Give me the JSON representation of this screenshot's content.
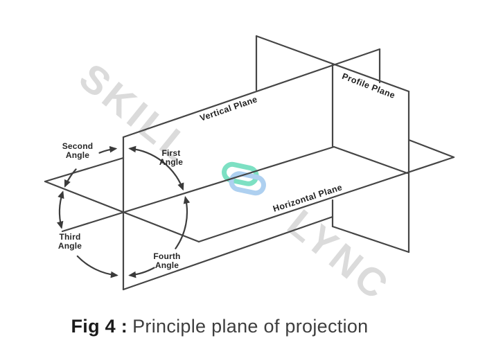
{
  "figure": {
    "watermark": {
      "word1": "SKILL",
      "word2": "LYNC",
      "logo": "skill-lync-chain-logo"
    },
    "planes": {
      "vertical": "Vertical Plane",
      "profile": "Profile Plane",
      "horizontal": "Horizontal Plane"
    },
    "angles": {
      "second": "Second Angle",
      "first": "First Angle",
      "third": "Third Angle",
      "fourth": "Fourth Angle"
    },
    "caption": {
      "label": "Fig 4 :",
      "title": "Principle plane of projection"
    },
    "colors": {
      "edge": "#454545",
      "arc": "#3d3d3d",
      "label_text": "#1f1f1f",
      "watermark": "#dbdbdb",
      "logo_green": "#7de0c3",
      "logo_blue": "#aed0f0",
      "caption_label": "#1b1b1b",
      "caption_title": "#3e3e3e"
    }
  }
}
